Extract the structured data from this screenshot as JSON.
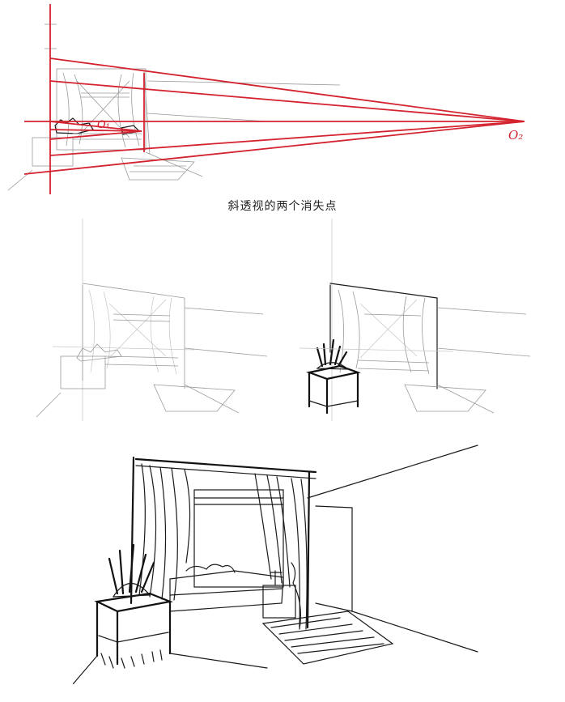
{
  "caption": "斜透视的两个消失点",
  "vanishing_labels": {
    "o1": "O₁",
    "o2": "O₂"
  },
  "colors": {
    "red_guide": "#d4232f",
    "ink": "#1a1a1a",
    "pencil": "#9a9a9a"
  }
}
